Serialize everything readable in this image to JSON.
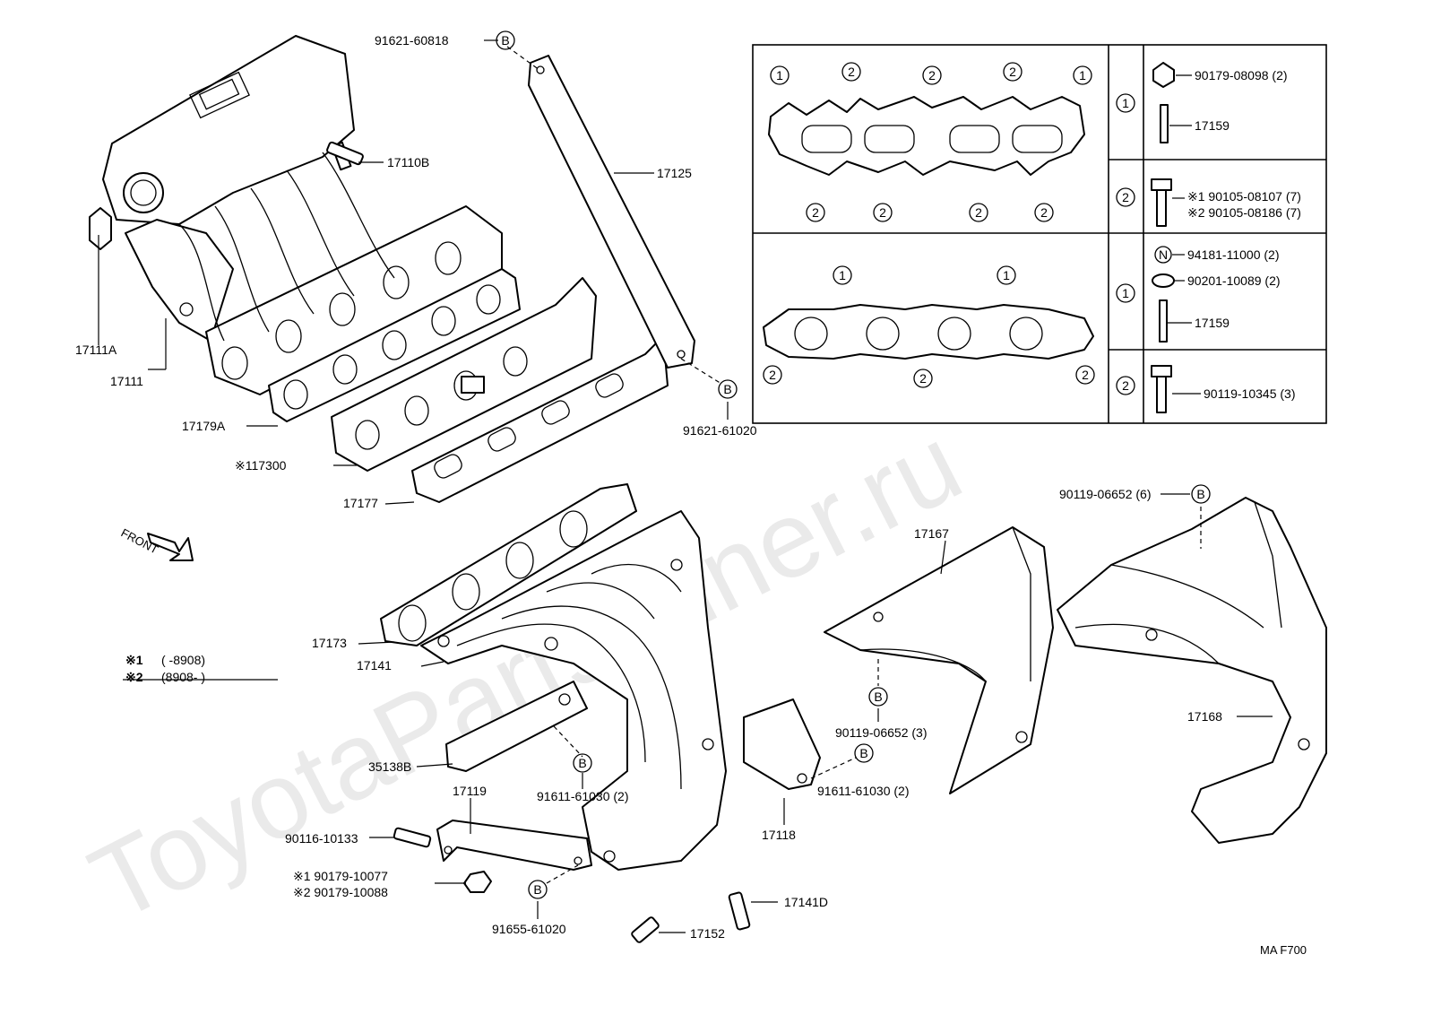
{
  "watermark": "ToyotaPartsMiner.ru",
  "code": "MA F700",
  "front_label": "FRONT",
  "notes": {
    "n1_mark": "※1",
    "n1_text": "(       -8908)",
    "n2_mark": "※2",
    "n2_text": "(8908-       )"
  },
  "callout_b": "B",
  "callout_n": "N",
  "parts": {
    "p91621_60818": "91621-60818",
    "p17110B": "17110B",
    "p17125": "17125",
    "p17111A": "17111A",
    "p17111": "17111",
    "p17179A": "17179A",
    "p17300": "※117300",
    "p17177": "17177",
    "p91621_61020": "91621-61020",
    "p90119_06652_6": "90119-06652 (6)",
    "p17167": "17167",
    "p17173": "17173",
    "p17141": "17141",
    "p90119_06652_3": "90119-06652 (3)",
    "p17168": "17168",
    "p35138B": "35138B",
    "p17119": "17119",
    "p91611_61030_a": "91611-61030 (2)",
    "p91611_61030_b": "91611-61030 (2)",
    "p17118": "17118",
    "p90116_10133": "90116-10133",
    "p90179_10077": "※1 90179-10077",
    "p90179_10088": "※2 90179-10088",
    "p91655_61020": "91655-61020",
    "p17152": "17152",
    "p17141D": "17141D"
  },
  "legend": {
    "row1": {
      "key": "1",
      "part": "90179-08098 (2)",
      "stud": "17159"
    },
    "row2": {
      "key": "2",
      "part1": "※1 90105-08107 (7)",
      "part2": "※2 90105-08186 (7)"
    },
    "row3": {
      "key": "1",
      "nut": "94181-11000 (2)",
      "washer": "90201-10089 (2)",
      "stud": "17159"
    },
    "row4": {
      "key": "2",
      "part": "90119-10345 (3)"
    }
  },
  "gasket_marks": {
    "one": "1",
    "two": "2"
  }
}
